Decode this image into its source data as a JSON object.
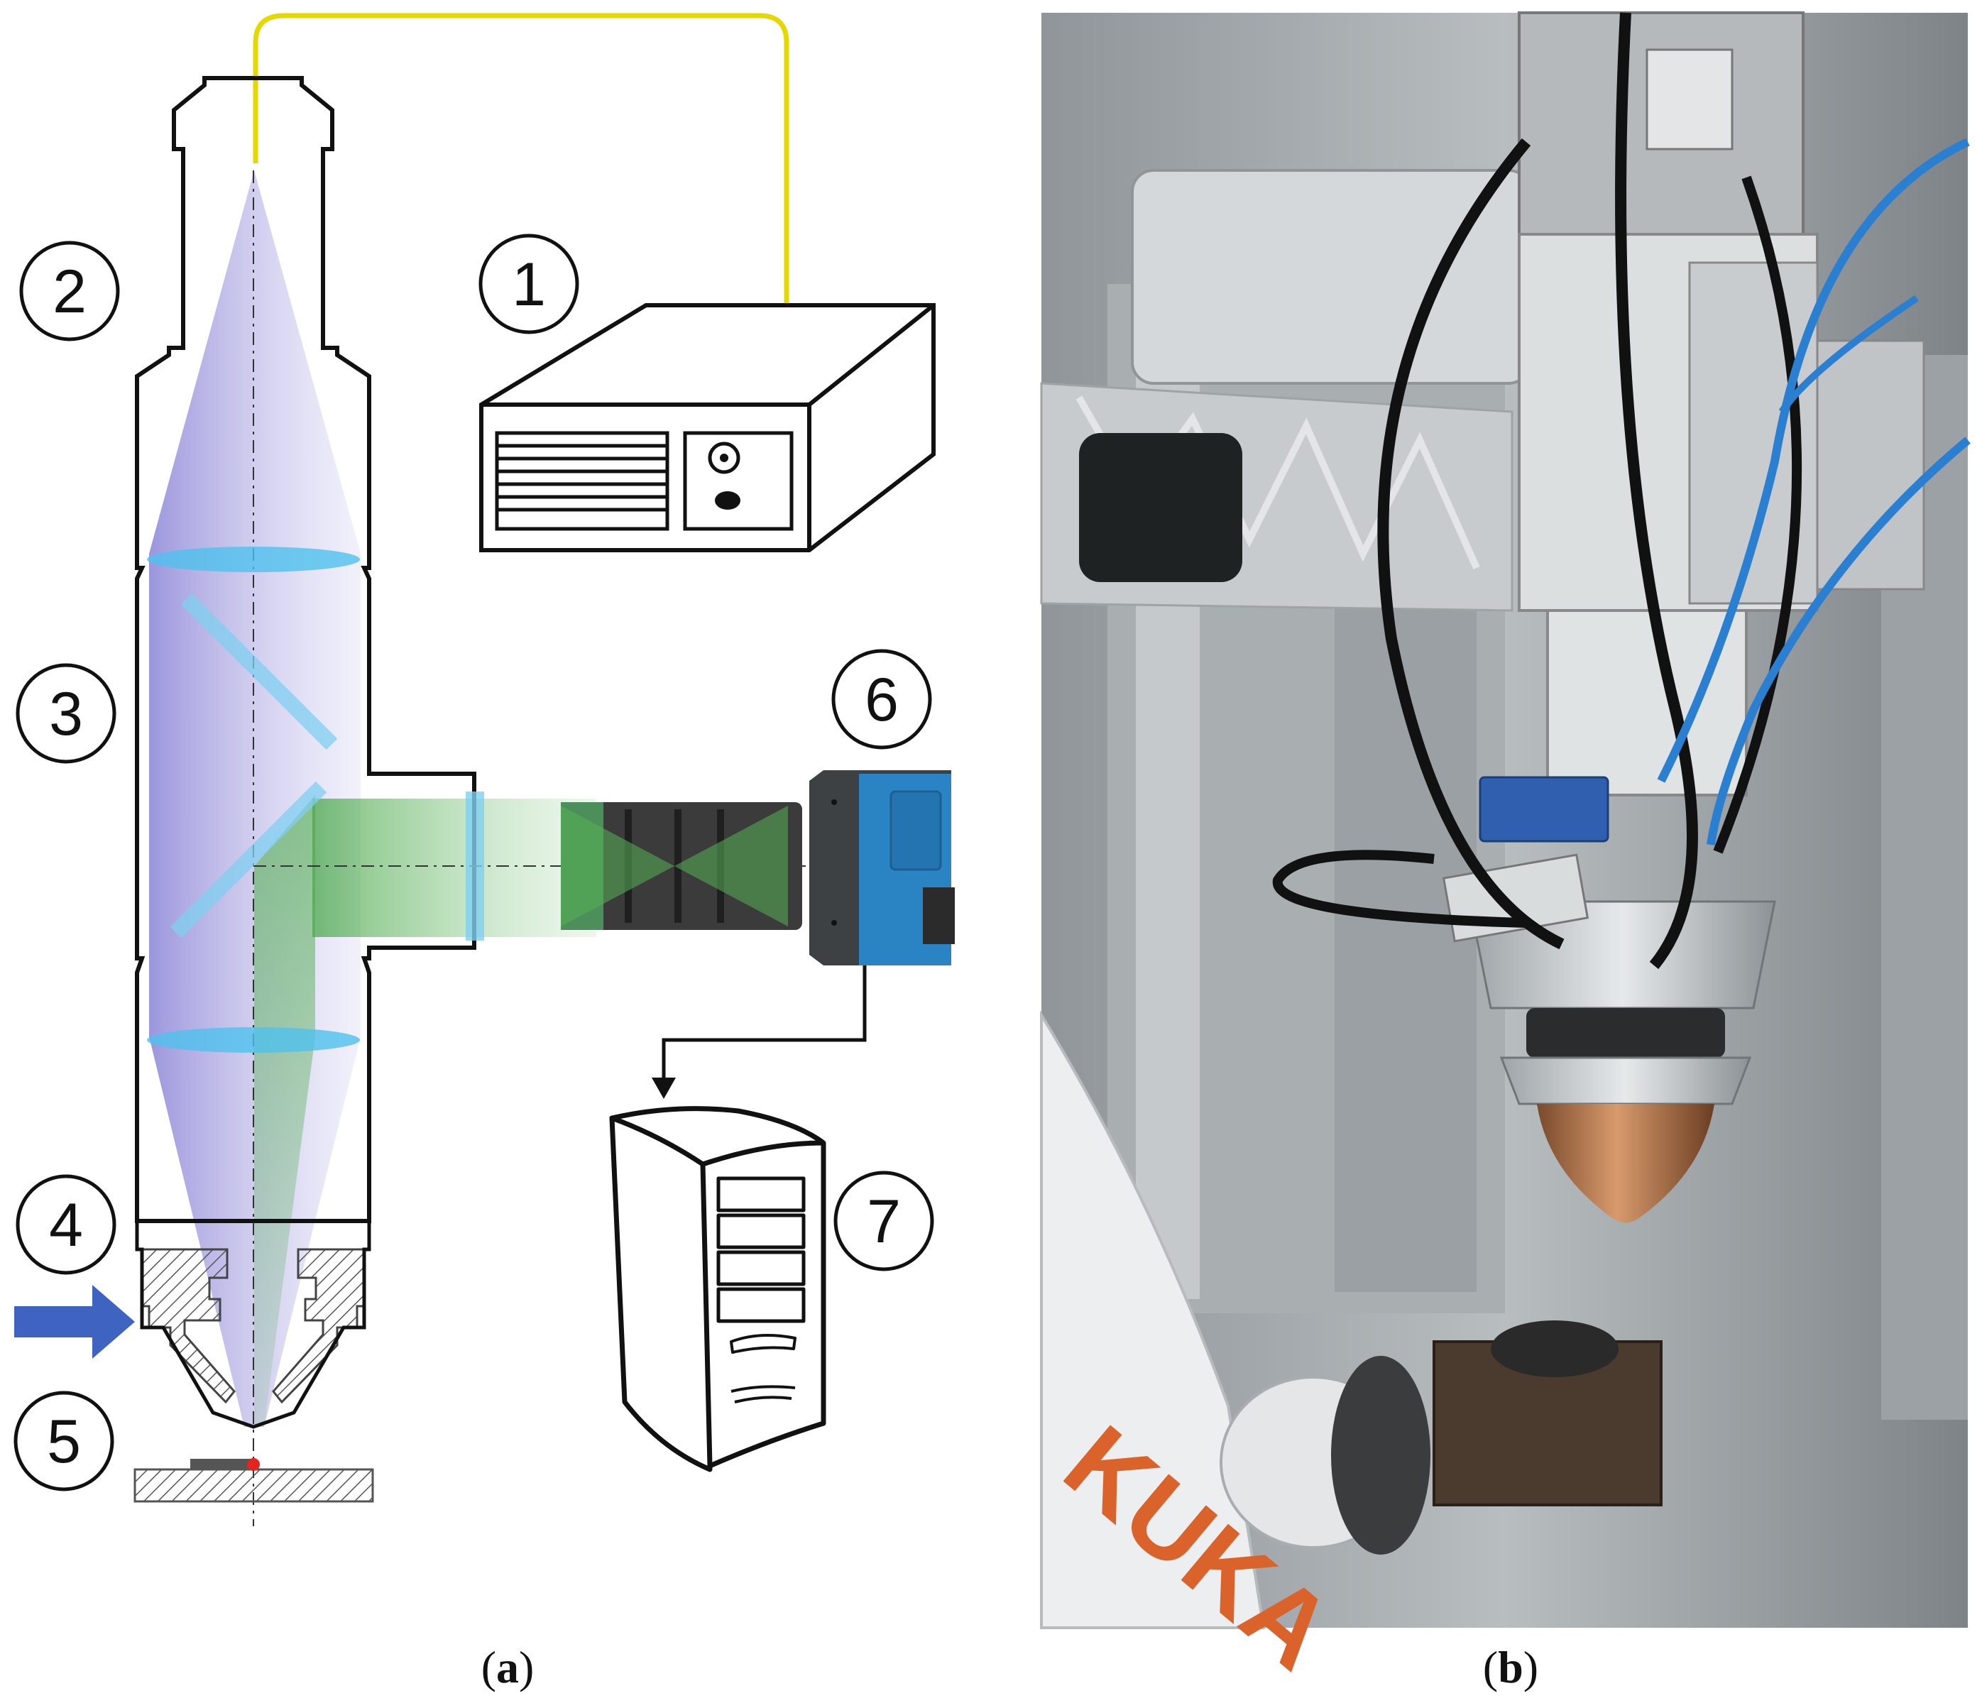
{
  "figure": {
    "panel_a": {
      "caption_open": "(",
      "caption_letter": "a",
      "caption_close": ")",
      "labels": [
        "1",
        "2",
        "3",
        "4",
        "5",
        "6",
        "7"
      ]
    },
    "panel_b": {
      "caption_open": "(",
      "caption_letter": "b",
      "caption_close": ")",
      "robot_brand_text": "KUKA"
    }
  },
  "colors": {
    "fiber": "#e4d800",
    "laser_beam": "#b9b6e6",
    "camera_light": "#5fb35f",
    "lens": "#4fc1ee",
    "camera_body": "#2a84c4",
    "arrow": "#3f63c0",
    "spot": "#e4241f",
    "kuka_orange": "#d9632b"
  }
}
